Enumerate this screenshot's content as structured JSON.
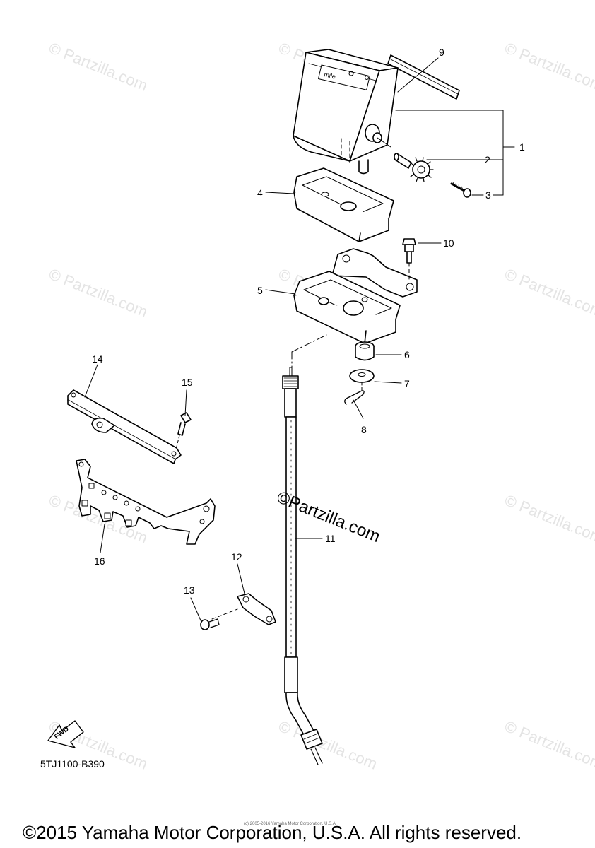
{
  "diagram": {
    "callouts": {
      "c1": "1",
      "c2": "2",
      "c3": "3",
      "c4": "4",
      "c5": "5",
      "c6": "6",
      "c7": "7",
      "c8": "8",
      "c9": "9",
      "c10": "10",
      "c11": "11",
      "c12": "12",
      "c13": "13",
      "c14": "14",
      "c15": "15",
      "c16": "16"
    },
    "ref_code": "5TJ1100-B390",
    "fwd_label": "FWD",
    "meter_face_text": "mile",
    "small_copyright": "(c) 2005-2016 Yamaha Motor Corporation, U.S.A.",
    "copyright": "©2015 Yamaha Motor Corporation, U.S.A. All rights reserved.",
    "watermark": "© Partzilla.com",
    "partzilla_logo": "©Partzilla.com"
  }
}
